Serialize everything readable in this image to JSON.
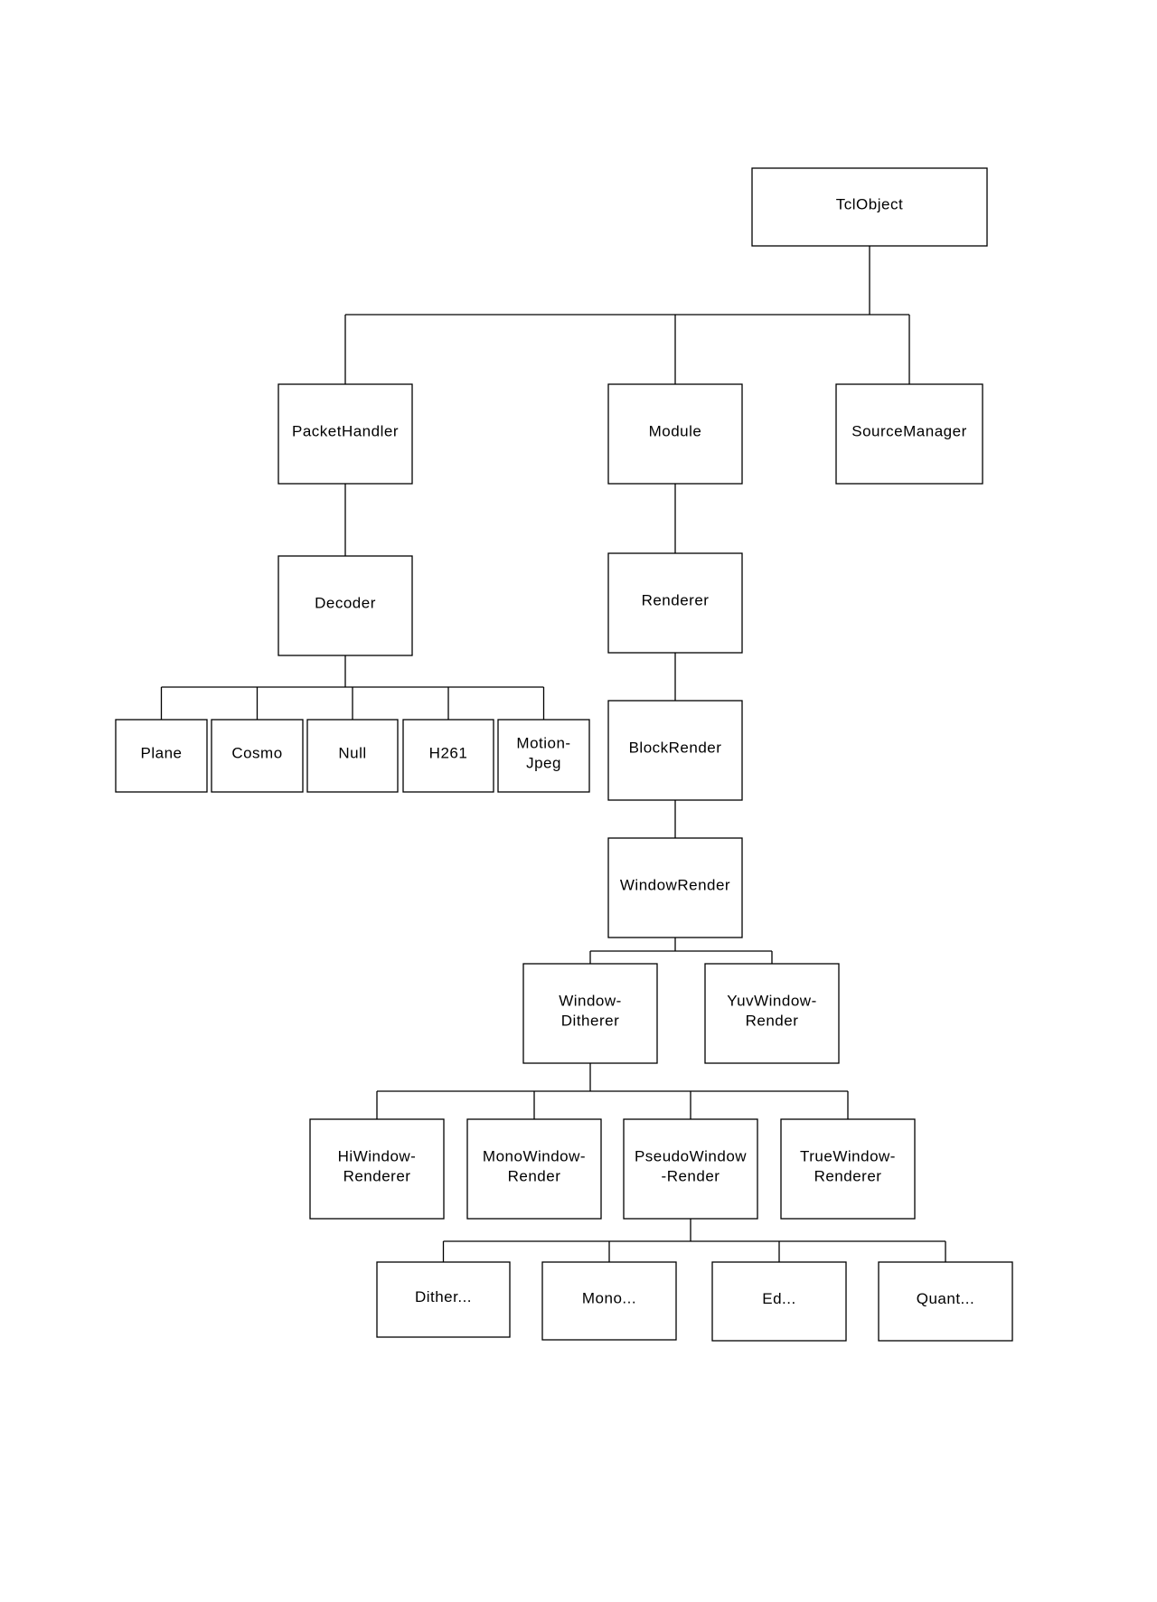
{
  "diagram": {
    "nodes": {
      "tclobject": "TclObject",
      "packethandler": "PacketHandler",
      "module": "Module",
      "sourcemanager": "SourceManager",
      "decoder": "Decoder",
      "renderer": "Renderer",
      "plane": "Plane",
      "cosmo": "Cosmo",
      "null": "Null",
      "h261": "H261",
      "motionjpeg": [
        "Motion-",
        "Jpeg"
      ],
      "blockrender": "BlockRender",
      "windowrender": "WindowRender",
      "windowditherer": [
        "Window-",
        "Ditherer"
      ],
      "yuvwindowrender": [
        "YuvWindow-",
        "Render"
      ],
      "hiwindowrenderer": [
        "HiWindow-",
        "Renderer"
      ],
      "monowindowrender": [
        "MonoWindow-",
        "Render"
      ],
      "pseudowindowrender": [
        "PseudoWindow",
        "-Render"
      ],
      "truewindowrenderer": [
        "TrueWindow-",
        "Renderer"
      ],
      "dither": "Dither...",
      "mono": "Mono...",
      "ed": "Ed...",
      "quant": "Quant..."
    },
    "edges": [
      [
        "tclobject",
        "packethandler"
      ],
      [
        "tclobject",
        "module"
      ],
      [
        "tclobject",
        "sourcemanager"
      ],
      [
        "packethandler",
        "decoder"
      ],
      [
        "decoder",
        "plane"
      ],
      [
        "decoder",
        "cosmo"
      ],
      [
        "decoder",
        "null"
      ],
      [
        "decoder",
        "h261"
      ],
      [
        "decoder",
        "motionjpeg"
      ],
      [
        "module",
        "renderer"
      ],
      [
        "renderer",
        "blockrender"
      ],
      [
        "blockrender",
        "windowrender"
      ],
      [
        "windowrender",
        "windowditherer"
      ],
      [
        "windowrender",
        "yuvwindowrender"
      ],
      [
        "windowditherer",
        "hiwindowrenderer"
      ],
      [
        "windowditherer",
        "monowindowrender"
      ],
      [
        "windowditherer",
        "pseudowindowrender"
      ],
      [
        "windowditherer",
        "truewindowrenderer"
      ],
      [
        "pseudowindowrender",
        "dither"
      ],
      [
        "pseudowindowrender",
        "mono"
      ],
      [
        "pseudowindowrender",
        "ed"
      ],
      [
        "pseudowindowrender",
        "quant"
      ]
    ]
  }
}
